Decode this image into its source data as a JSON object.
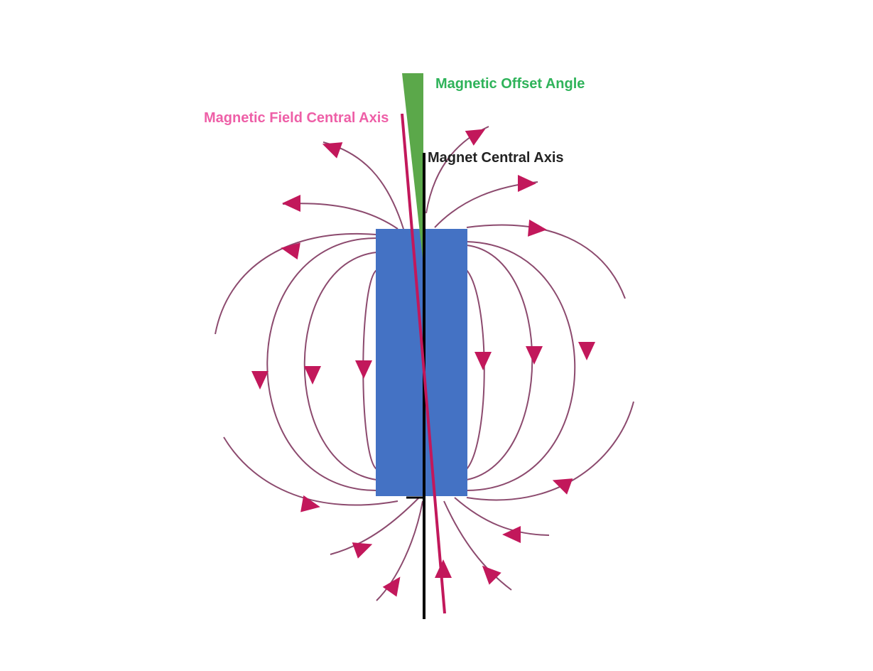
{
  "labels": {
    "offset_angle": "Magnetic Offset Angle",
    "field_axis": "Magnetic Field Central Axis",
    "magnet_axis": "Magnet Central Axis"
  },
  "colors": {
    "background": "#ffffff",
    "magnet": "#4472c4",
    "field_line": "#8c4a6e",
    "arrow": "#c2185b",
    "field_axis": "#c2185b",
    "field_axis_label": "#ee5fa7",
    "offset_wedge": "#5ba84a",
    "offset_label": "#2fb35a",
    "magnet_axis": "#000000",
    "magnet_axis_label": "#222222"
  },
  "icons": {
    "arrowhead": "triangle-arrowhead"
  }
}
